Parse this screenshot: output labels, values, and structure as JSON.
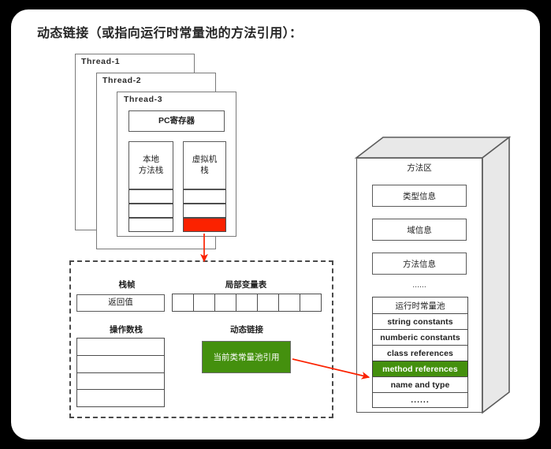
{
  "title": "动态链接（或指向运行时常量池的方法引用）：",
  "colors": {
    "background": "#000000",
    "card": "#ffffff",
    "green_highlight": "#44900e",
    "red_cell": "#fb2200",
    "arrow": "#fb2200",
    "box_stroke": "#5b5b5b",
    "face_3d": "#e8e8e8"
  },
  "threads": {
    "cards": [
      {
        "label": "Thread-1"
      },
      {
        "label": "Thread-2"
      },
      {
        "label": "Thread-3"
      }
    ],
    "pc_register": "PC寄存器",
    "native_stack": {
      "label": "本地\n方法栈",
      "label_line1": "本地",
      "label_line2": "方法栈",
      "cell_count": 3
    },
    "vm_stack": {
      "label_line1": "虚拟机",
      "label_line2": "栈",
      "cell_count": 3,
      "highlighted_cell_index": 2
    }
  },
  "stack_frame": {
    "frame_caption": "栈帧",
    "return_value": "返回值",
    "local_var_table_caption": "局部变量表",
    "local_var_slots": 7,
    "operand_stack_caption": "操作数栈",
    "operand_stack_slots": 4,
    "dynamic_link_caption": "动态链接",
    "dynamic_link_box": "当前类常量池引用"
  },
  "method_area": {
    "title": "方法区",
    "rows": [
      "类型信息",
      "域信息",
      "方法信息"
    ],
    "ellipsis": "......",
    "runtime_constant_pool": {
      "header": "运行时常量池",
      "entries": [
        {
          "label": "string constants",
          "highlighted": false
        },
        {
          "label": "numberic constants",
          "highlighted": false
        },
        {
          "label": "class references",
          "highlighted": false
        },
        {
          "label": "method references",
          "highlighted": true
        },
        {
          "label": "name and type",
          "highlighted": false
        },
        {
          "label": "......",
          "highlighted": false
        }
      ]
    }
  },
  "arrows": [
    {
      "name": "vm-stack-to-frame",
      "from": "虚拟机栈(红色栈帧)",
      "to": "栈帧详情"
    },
    {
      "name": "dynamic-link-to-method-references",
      "from": "当前类常量池引用",
      "to": "method references"
    }
  ]
}
